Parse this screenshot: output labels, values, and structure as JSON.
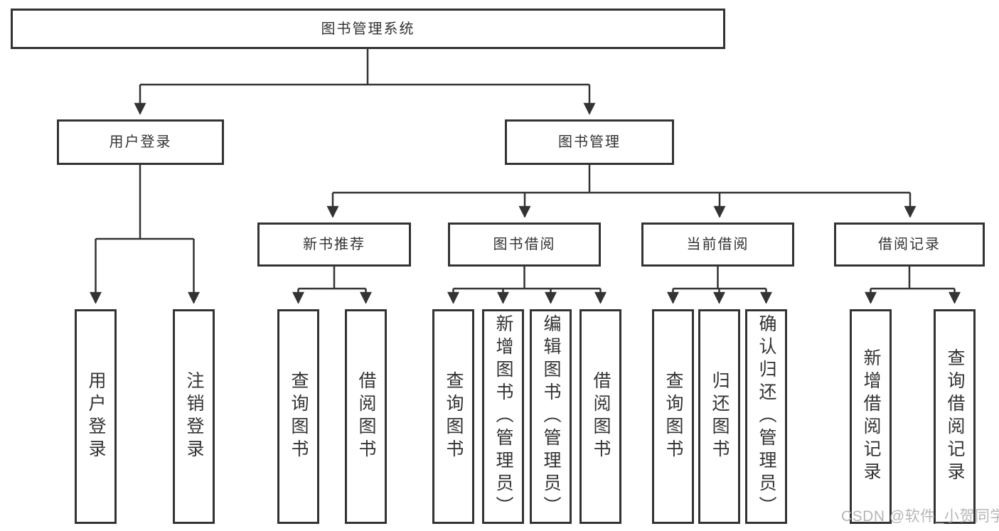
{
  "tree": {
    "root_label": "图书管理系统",
    "branches": [
      {
        "label": "用户登录",
        "leaves": [
          "用户登录",
          "注销登录"
        ]
      },
      {
        "label": "图书管理",
        "groups": [
          {
            "label": "新书推荐",
            "leaves": [
              "查询图书",
              "借阅图书"
            ]
          },
          {
            "label": "图书借阅",
            "leaves": [
              "查询图书",
              "新增图书（管理员）",
              "编辑图书（管理员）",
              "借阅图书"
            ]
          },
          {
            "label": "当前借阅",
            "leaves": [
              "查询图书",
              "归还图书",
              "确认归还（管理员）"
            ]
          },
          {
            "label": "借阅记录",
            "leaves": [
              "新增借阅记录",
              "查询借阅记录"
            ]
          }
        ]
      }
    ]
  },
  "watermark": {
    "text": "CSDN @软件_小贺同学"
  },
  "colors": {
    "line": "#333333",
    "text": "#333333",
    "box_bg": "#ffffff",
    "background": "#ffffff",
    "watermark": "#b3b3b3"
  }
}
